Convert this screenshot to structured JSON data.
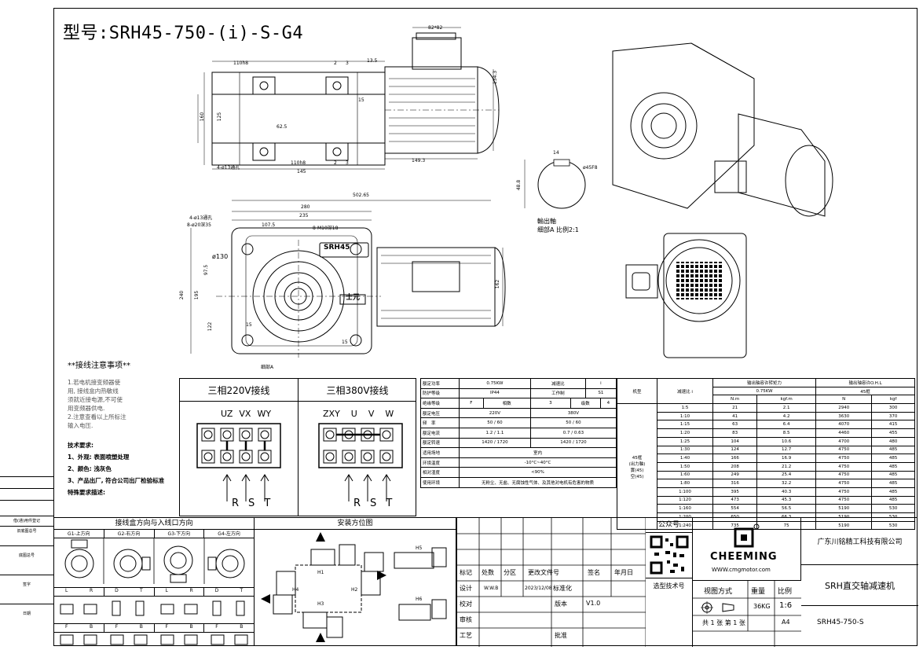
{
  "title": "型号:SRH45-750-(i)-S-G4",
  "dims": {
    "d82x82": "82*82",
    "d2": "2",
    "d3": "3",
    "d13_5": "13.5",
    "d110h8": "110h8",
    "d110h8b": "110h8",
    "d2b": "2",
    "d3b": "3",
    "d145": "145",
    "d4_13": "4-ø13通孔",
    "d160": "160",
    "d125": "125",
    "d62_5": "62.5",
    "d15": "15",
    "d134_3": "134.3",
    "d149_3": "149.3",
    "d14": "14",
    "d45f8": "ø45F8",
    "d48_8": "48.8",
    "shaft_label": "輸出軸",
    "shaft_detail": "细部A 比例2:1",
    "d502_65": "502.65",
    "d280": "280",
    "d235": "235",
    "d107_5": "107.5",
    "d4_13b": "4-ø13通孔",
    "d8_20": "8-ø20深35",
    "d8_m10": "8-M10深18",
    "d130": "ø130",
    "d97_5": "97.5",
    "d240": "240",
    "d195": "195",
    "d122": "122",
    "d15b": "15",
    "d15c": "15",
    "d162": "162",
    "detail_a": "细部A",
    "nameplate": "SRH45",
    "logo_text": "士元"
  },
  "notes": {
    "heading": "**接线注意事项**",
    "lines": [
      "1.若电机接变频器使",
      "用, 接线盒内热敏线",
      "须就近接电源,不可使",
      "用变频器供电.",
      "2.注意查看以上所标注",
      "输入电压."
    ],
    "tech_heading": "技术要求:",
    "tech": [
      "1、外观: 表面喷塑处理",
      "2、颜色: 浅灰色",
      "3、产品出厂, 符合公司出厂检验标准",
      "特殊要求描述:"
    ]
  },
  "wiring": {
    "t220": "三相220V接线",
    "t380": "三相380V接线",
    "top220": [
      "UZ",
      "VX",
      "WY"
    ],
    "top380": [
      "ZXY",
      "U",
      "V",
      "W"
    ],
    "bottom": [
      "R",
      "S",
      "T"
    ]
  },
  "spec": {
    "r1": [
      "额定功率",
      "0.75KW",
      "减速比",
      "i"
    ],
    "r2": [
      "防护等级",
      "IP44",
      "工作制",
      "S1"
    ],
    "r3": [
      "绝缘等级",
      "F",
      "相数",
      "3",
      "级数",
      "4"
    ],
    "r4": [
      "额定电压",
      "220V",
      "380V"
    ],
    "r5": [
      "频　率",
      "50 / 60",
      "50 / 60"
    ],
    "r6": [
      "额定电流",
      "1.2 / 1.1",
      "0.7 / 0.63"
    ],
    "r7": [
      "额定转速",
      "1420 / 1720",
      "1420 / 1720"
    ],
    "r8": [
      "适用场地",
      "室内"
    ],
    "r9": [
      "环境温度",
      "-10°C~40°C"
    ],
    "r10": [
      "相对湿度",
      "<90%"
    ],
    "r11": [
      "使用环境",
      "无粉尘、无盐、无腐蚀性气体、及其他对电机有危害的物质"
    ]
  },
  "torque": {
    "h_model": "机型",
    "h_ratio": "减速比 i",
    "h_torque": "输出轴容许转矩力",
    "h_power": "0.75KW",
    "h_nm": "N.m",
    "h_kgfm": "kgf.m",
    "h_load": "输出轴容许O.H.L",
    "h_size": "45框",
    "h_n": "N",
    "h_kgf": "kgf",
    "model_desc": [
      "45框",
      "(出力軸)",
      "實(45)",
      "空(45)"
    ],
    "rows": [
      [
        "1:5",
        "21",
        "2.1",
        "2940",
        "300"
      ],
      [
        "1:10",
        "41",
        "4.2",
        "3630",
        "370"
      ],
      [
        "1:15",
        "63",
        "6.4",
        "4070",
        "415"
      ],
      [
        "1:20",
        "83",
        "8.5",
        "4460",
        "455"
      ],
      [
        "1:25",
        "104",
        "10.6",
        "4700",
        "480"
      ],
      [
        "1:30",
        "124",
        "12.7",
        "4750",
        "485"
      ],
      [
        "1:40",
        "166",
        "16.9",
        "4750",
        "485"
      ],
      [
        "1:50",
        "208",
        "21.2",
        "4750",
        "485"
      ],
      [
        "1:60",
        "249",
        "25.4",
        "4750",
        "485"
      ],
      [
        "1:80",
        "316",
        "32.2",
        "4750",
        "485"
      ],
      [
        "1:100",
        "395",
        "40.3",
        "4750",
        "485"
      ],
      [
        "1:120",
        "473",
        "45.3",
        "4750",
        "485"
      ],
      [
        "1:160",
        "554",
        "56.5",
        "5190",
        "530"
      ],
      [
        "1:200",
        "650",
        "66.3",
        "5190",
        "530"
      ],
      [
        "1:240",
        "735",
        "75",
        "5190",
        "530"
      ]
    ]
  },
  "junction": {
    "title": "接线盒方向与入线口方向",
    "cols": [
      "G1-上方向",
      "G2-右方向",
      "G3-下方向",
      "G4-左方向"
    ],
    "sub1": [
      "L",
      "R",
      "D",
      "T",
      "L",
      "R",
      "D",
      "T"
    ],
    "sub2": [
      "F",
      "B",
      "F",
      "B",
      "F",
      "B",
      "F",
      "B"
    ]
  },
  "mount": {
    "title": "安装方位图",
    "labels": [
      "H1",
      "H2",
      "H3",
      "H4",
      "H5",
      "H6"
    ]
  },
  "titleblock": {
    "wechat": "公众号",
    "brand": "CHEEMING",
    "website": "WWW.cmgmotor.com",
    "company": "广东川铭精工科技有限公司",
    "product": "SRH直交轴减速机",
    "model": "SRH45-750-S",
    "h_mark": "标记",
    "h_count": "处数",
    "h_zone": "分区",
    "h_file": "更改文件号",
    "h_sign": "签名",
    "h_date": "年月日",
    "design": "设计",
    "designer": "W.W.B",
    "design_date": "2023/12/08",
    "standard": "标准化",
    "check": "校对",
    "version_label": "版本",
    "version": "V1.0",
    "review": "审核",
    "craft": "工艺",
    "approve": "批准",
    "tech_no": "选型技术号",
    "view_method": "视图方式",
    "weight_label": "重量",
    "scale_label": "比例",
    "weight": "36KG",
    "scale": "1:6",
    "sheets": "共 1 张 第 1 张",
    "paper": "A4"
  },
  "leftstrip": [
    "借(通)用件登记",
    "旧底图总号",
    "底图总号",
    "签字",
    "日期"
  ]
}
